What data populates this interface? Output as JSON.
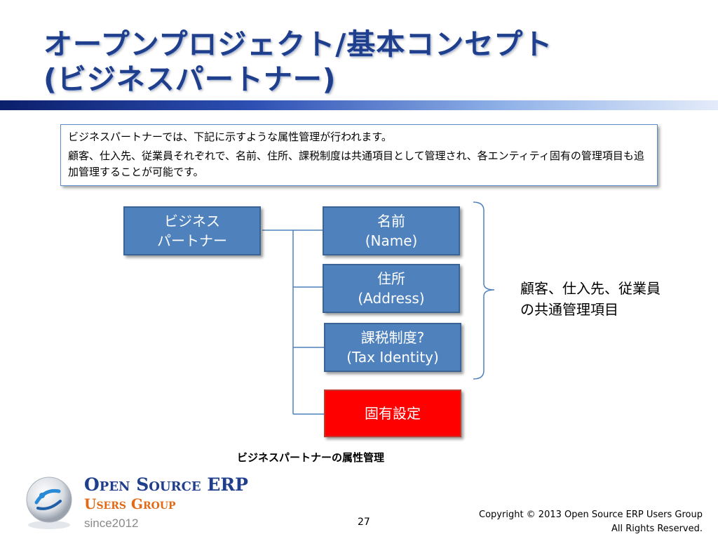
{
  "slide": {
    "title_line1": "オープンプロジェクト/基本コンセプト",
    "title_line2": "(ビジネスパートナー)",
    "description_line1": "ビジネスパートナーでは、下記に示すような属性管理が行われます。",
    "description_line2": "顧客、仕入先、従業員それぞれで、名前、住所、課税制度は共通項目として管理され、各エンティティ固有の管理項目も追加管理することが可能です。",
    "caption": "ビジネスパートナーの属性管理",
    "page_number": "27"
  },
  "diagram": {
    "root": {
      "line1": "ビジネス",
      "line2": "パートナー"
    },
    "children": [
      {
        "line1": "名前",
        "line2": "(Name)"
      },
      {
        "line1": "住所",
        "line2": "(Address)"
      },
      {
        "line1": "課税制度?",
        "line2": "(Tax Identity)"
      },
      {
        "line1": "固有設定",
        "line2": ""
      }
    ],
    "brace_label": "顧客、仕入先、従業員の共通管理項目",
    "colors": {
      "node_fill": "#4f81bd",
      "special_fill": "#ff0000",
      "connector": "#4f81bd"
    }
  },
  "footer": {
    "logo_line1": "Open Source ERP",
    "logo_line2": "Users Group",
    "logo_line3": "since2012",
    "copyright_line1": "Copyright © 2013 Open Source ERP Users Group",
    "copyright_line2": "All Rights Reserved."
  }
}
